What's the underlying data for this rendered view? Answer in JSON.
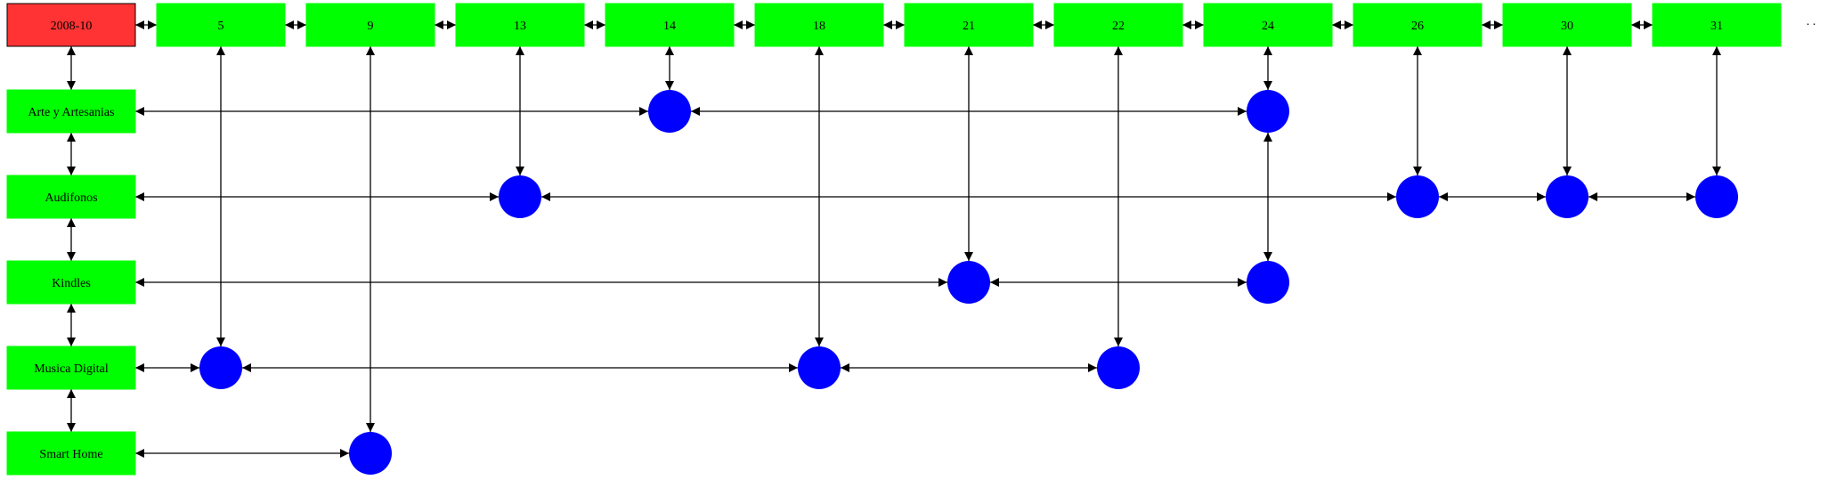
{
  "header": {
    "period_label": "2008-10",
    "days": [
      "5",
      "9",
      "13",
      "14",
      "18",
      "21",
      "22",
      "24",
      "26",
      "30",
      "31"
    ]
  },
  "categories": [
    "Arte y Artesanias",
    "Audifonos",
    "Kindles",
    "Musica Digital",
    "Smart Home"
  ],
  "events": [
    {
      "category": "Arte y Artesanias",
      "days": [
        "14",
        "24"
      ]
    },
    {
      "category": "Audifonos",
      "days": [
        "13",
        "26",
        "30",
        "31"
      ]
    },
    {
      "category": "Kindles",
      "days": [
        "21",
        "24"
      ]
    },
    {
      "category": "Musica Digital",
      "days": [
        "5",
        "18",
        "22"
      ]
    },
    {
      "category": "Smart Home",
      "days": [
        "9"
      ]
    }
  ],
  "day_links": [
    {
      "day": "5",
      "to": "Musica Digital"
    },
    {
      "day": "9",
      "to": "Smart Home"
    },
    {
      "day": "13",
      "to": "Audifonos"
    },
    {
      "day": "14",
      "to": "Arte y Artesanias"
    },
    {
      "day": "18",
      "to": "Musica Digital"
    },
    {
      "day": "21",
      "to": "Kindles"
    },
    {
      "day": "22",
      "to": "Musica Digital"
    },
    {
      "day": "24",
      "to": "Arte y Artesanias"
    },
    {
      "day": "26",
      "to": "Audifonos"
    },
    {
      "day": "30",
      "to": "Audifonos"
    },
    {
      "day": "31",
      "to": "Audifonos"
    }
  ],
  "vertical_links": [
    {
      "day": "24",
      "from": "Arte y Artesanias",
      "to": "Kindles"
    }
  ],
  "trailing_text": ". .",
  "colors": {
    "period_box": "#ff3333",
    "box": "#00ff00",
    "node": "#0000ff",
    "edge": "#000000"
  }
}
